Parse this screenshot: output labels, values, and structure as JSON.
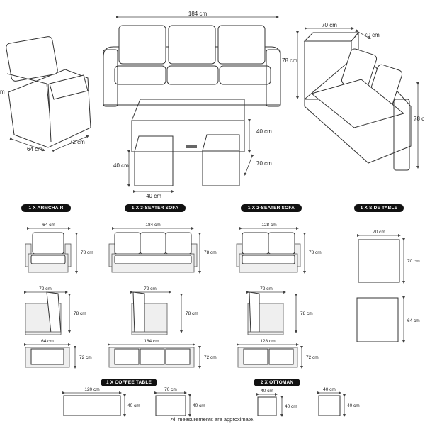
{
  "hero": {
    "sofa_width": "184 cm",
    "side_table_width": "70 cm",
    "side_table_depth": "70 cm",
    "sofa_height": "78 cm",
    "corner_height": "78 c",
    "armchair_depth": "64 cm",
    "armchair_width": "72 cm",
    "armchair_height": "m",
    "table_height": "40 cm",
    "table_depth": "70 cm",
    "ottoman_height": "40 cm",
    "ottoman_width": "40 cm"
  },
  "sections": {
    "armchair": {
      "title": "1 X ARMCHAIR",
      "front_width": "64 cm",
      "front_height": "78 cm",
      "side_width": "72 cm",
      "side_height": "78 cm",
      "top_width": "64 cm",
      "top_depth": "72 cm"
    },
    "sofa3": {
      "title": "1 X 3-SEATER SOFA",
      "front_width": "184 cm",
      "front_height": "78 cm",
      "side_width": "72 cm",
      "side_height": "78 cm",
      "top_width": "184 cm",
      "top_depth": "72 cm"
    },
    "sofa2": {
      "title": "1 X 2-SEATER SOFA",
      "front_width": "128 cm",
      "front_height": "78 cm",
      "side_width": "72 cm",
      "side_height": "78 cm",
      "top_width": "128 cm",
      "top_depth": "72 cm"
    },
    "side_table": {
      "title": "1 X SIDE TABLE",
      "top_width": "70 cm",
      "top_depth": "70 cm",
      "front_height": "64 cm"
    },
    "coffee_table": {
      "title": "1 X COFFEE TABLE",
      "front_width": "120 cm",
      "front_height": "40 cm",
      "side_width": "70 cm",
      "side_height": "40 cm"
    },
    "ottoman": {
      "title": "2 X OTTOMAN",
      "front_width": "40 cm",
      "front_height": "40 cm",
      "top_width": "40 cm",
      "top_depth": "40 cm"
    }
  },
  "footnote": "All measurements are approximate."
}
